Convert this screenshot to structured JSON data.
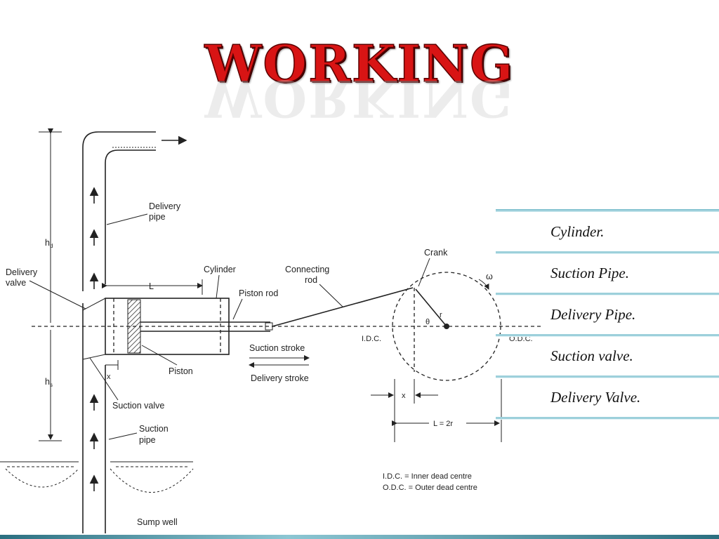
{
  "slide": {
    "title": "WORKING",
    "bullets": [
      "Cylinder.",
      "Suction Pipe.",
      "Delivery Pipe.",
      "Suction valve.",
      "Delivery Valve."
    ]
  },
  "diagram": {
    "labels": {
      "delivery_pipe_1": "Delivery",
      "delivery_pipe_2": "pipe",
      "hd": "h",
      "hd_sub": "d",
      "delivery_valve_1": "Delivery",
      "delivery_valve_2": "valve",
      "cylinder": "Cylinder",
      "L": "L",
      "piston_rod": "Piston rod",
      "connecting_rod_1": "Connecting",
      "connecting_rod_2": "rod",
      "crank": "Crank",
      "omega": "ω",
      "theta": "θ",
      "r": "r",
      "idc": "I.D.C.",
      "odc": "O.D.C.",
      "hs": "h",
      "hs_sub": "s",
      "x_left": "x",
      "suction_stroke": "Suction stroke",
      "delivery_stroke": "Delivery stroke",
      "piston": "Piston",
      "suction_valve": "Suction valve",
      "suction_pipe_1": "Suction",
      "suction_pipe_2": "pipe",
      "x_right": "x",
      "L_eq": "L = 2r",
      "idc_note": "I.D.C. = Inner dead centre",
      "odc_note": "O.D.C. = Outer dead centre",
      "sump_well": "Sump well"
    }
  }
}
